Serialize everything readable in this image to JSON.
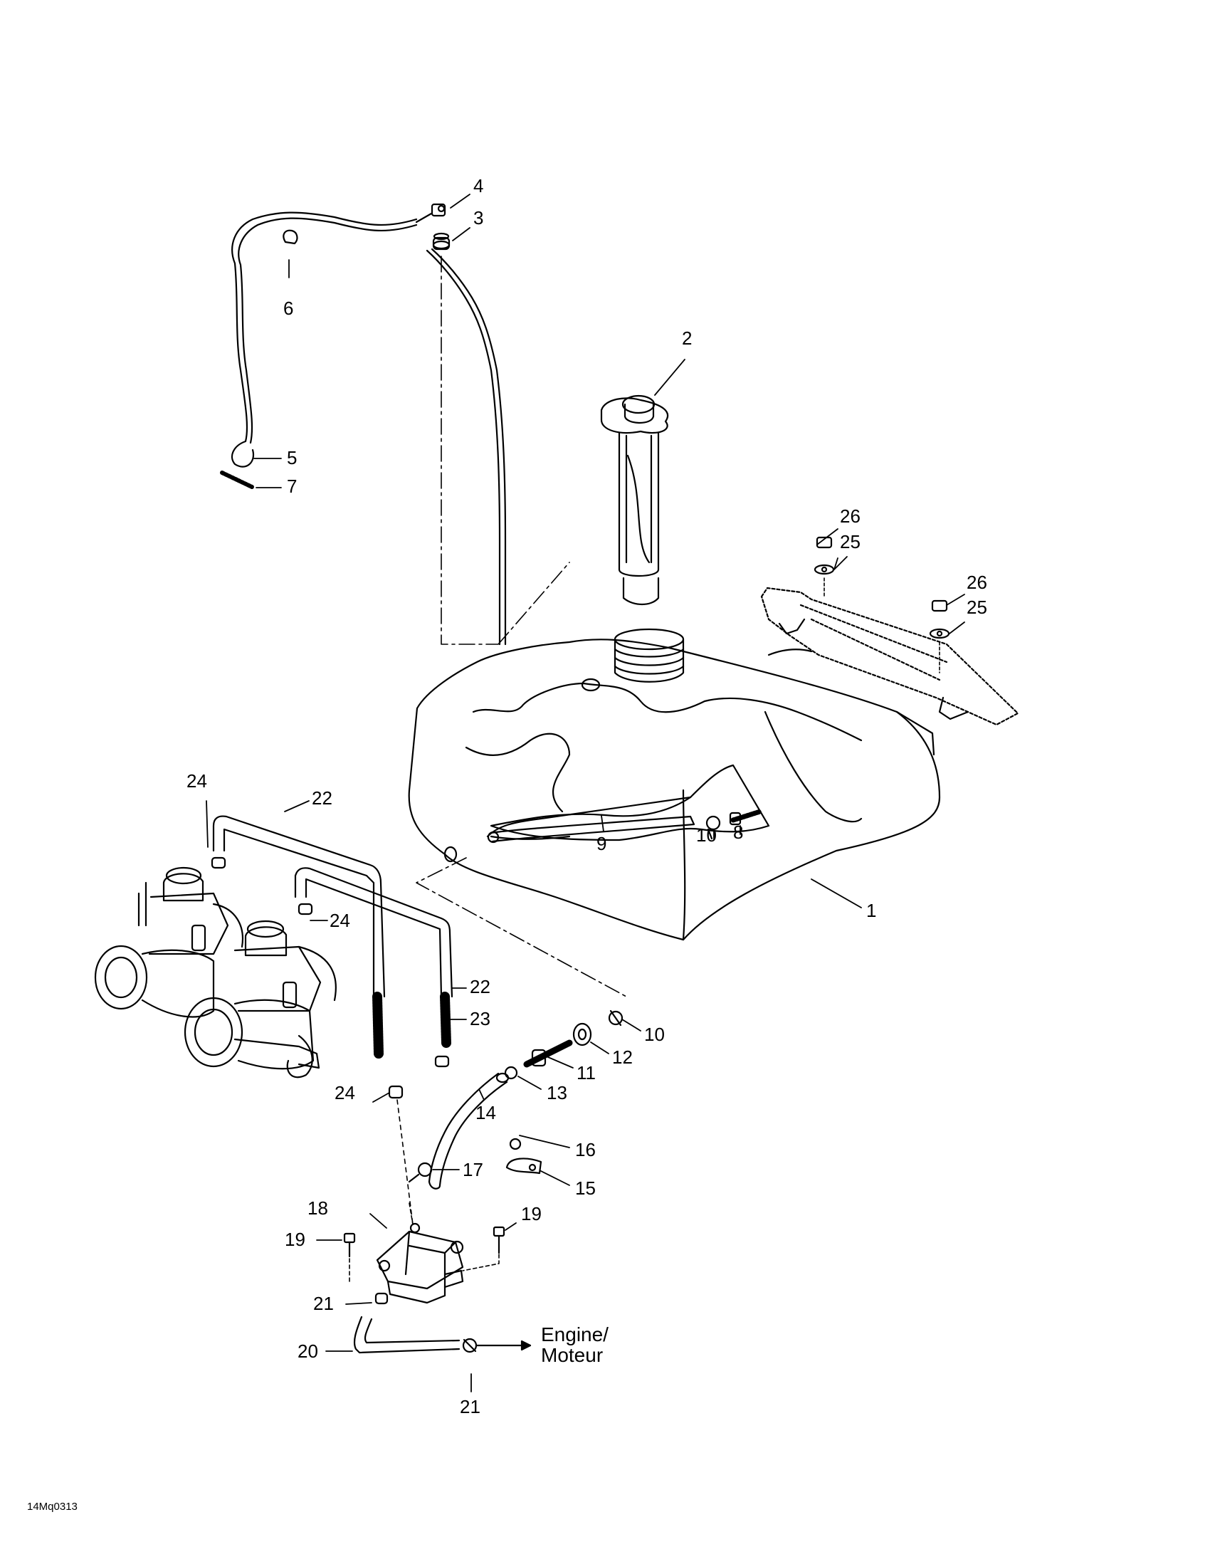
{
  "figure_id": "14Mq0313",
  "destination": {
    "line1": "Engine/",
    "line2": "Moteur"
  },
  "callouts": {
    "c1": "1",
    "c2": "2",
    "c3": "3",
    "c4": "4",
    "c5": "5",
    "c6": "6",
    "c7": "7",
    "c8": "8",
    "c9": "9",
    "c10a": "10",
    "c10b": "10",
    "c11": "11",
    "c12": "12",
    "c13": "13",
    "c14": "14",
    "c15": "15",
    "c16": "16",
    "c17": "17",
    "c18": "18",
    "c19a": "19",
    "c19b": "19",
    "c20": "20",
    "c21a": "21",
    "c21b": "21",
    "c22a": "22",
    "c22b": "22",
    "c23": "23",
    "c24a": "24",
    "c24b": "24",
    "c24c": "24",
    "c25a": "25",
    "c25b": "25",
    "c26a": "26",
    "c26b": "26"
  }
}
